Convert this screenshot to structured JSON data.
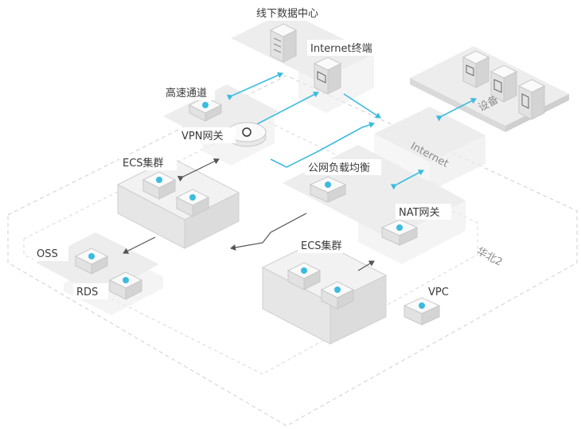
{
  "labels": {
    "datacenter": "线下数据中心",
    "internet_terminal": "Internet终端",
    "express_connect": "高速通道",
    "vpn_gateway": "VPN网关",
    "ecs_cluster_top": "ECS集群",
    "internet": "Internet",
    "devices": "设备",
    "slb": "公网负载均衡",
    "nat_gateway": "NAT网关",
    "ecs_cluster_bottom": "ECS集群",
    "oss": "OSS",
    "rds": "RDS",
    "region": "华北2",
    "vpc": "VPC"
  },
  "colors": {
    "accent": "#3cbbe0",
    "plate": "#ededed",
    "zone_border": "#c8c8c8"
  }
}
